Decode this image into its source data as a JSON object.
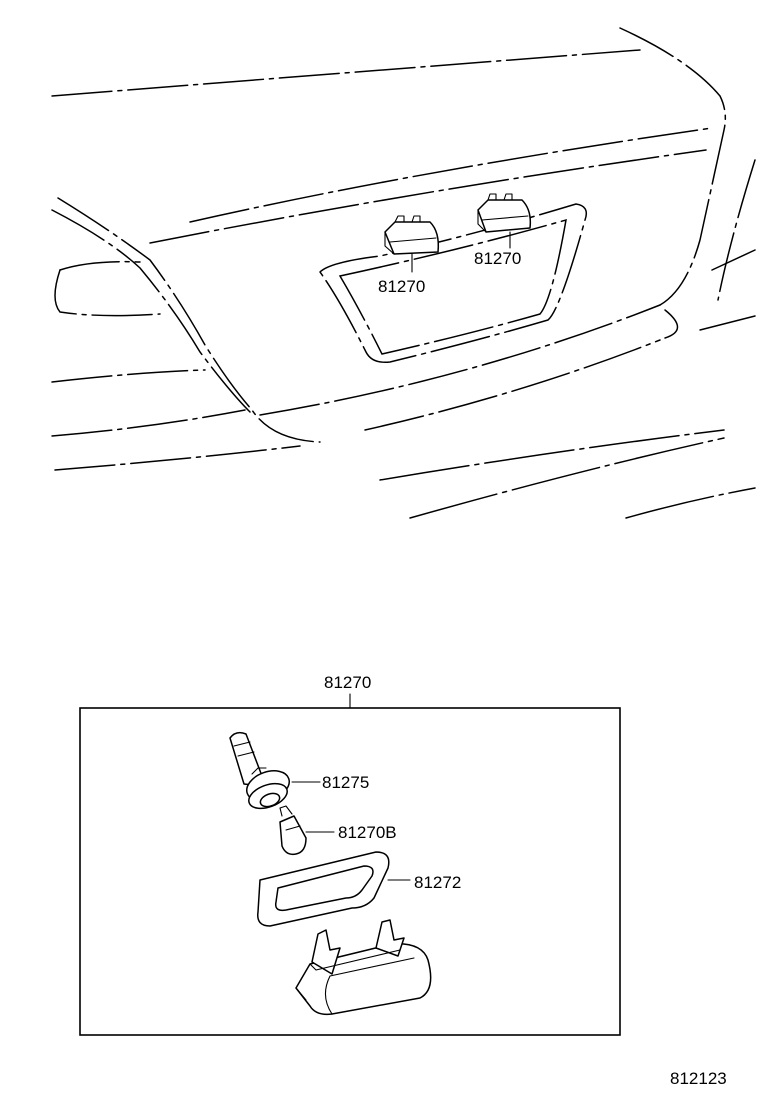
{
  "labels": {
    "lamp_left": "81270",
    "lamp_right": "81270",
    "assembly": "81270",
    "socket": "81275",
    "bulb": "81270B",
    "gasket": "81272",
    "diagram_code": "812123"
  }
}
